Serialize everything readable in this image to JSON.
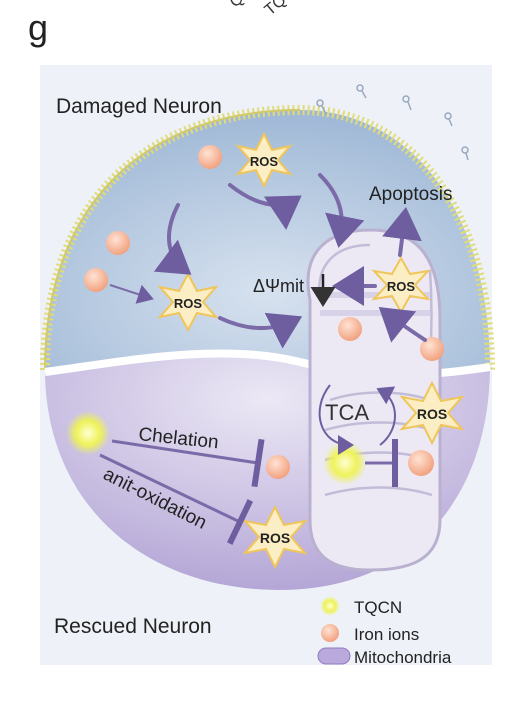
{
  "panel_letter": "g",
  "top_cut_labels": {
    "a": "Q",
    "b": "TQ"
  },
  "title_top": "Damaged Neuron",
  "title_bottom": "Rescued Neuron",
  "ros": "ROS",
  "apoptosis": "Apoptosis",
  "membrane_potential": "ΔΨmit",
  "tca": "TCA",
  "chelation": "Chelation",
  "antioxidation": "anit-oxidation",
  "legend": {
    "tqcn": "TQCN",
    "iron": "Iron ions",
    "mito": "Mitochondria"
  },
  "colors": {
    "top_bg": "#b9cde3",
    "bottom_bg": "#cabfe0",
    "iron": "#f6b79c",
    "tqcn": "#eef25a",
    "ros_star": "#f1c76a",
    "arrow_purple": "#7b6aa8",
    "membrane": "#e8e37a"
  }
}
